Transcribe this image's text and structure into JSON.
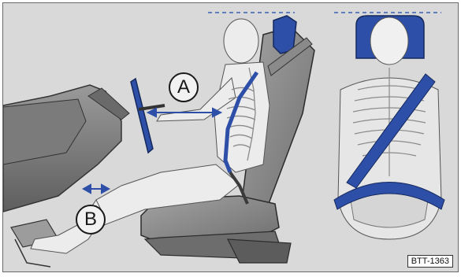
{
  "figure": {
    "label_a": "A",
    "label_b": "B",
    "image_code": "BTT-1363"
  },
  "colors": {
    "background": "#d9d9d9",
    "accent_blue": "#2e4fa8",
    "seat_gray": "#8f8f8f",
    "dash_blue": "#3a5fb8"
  }
}
